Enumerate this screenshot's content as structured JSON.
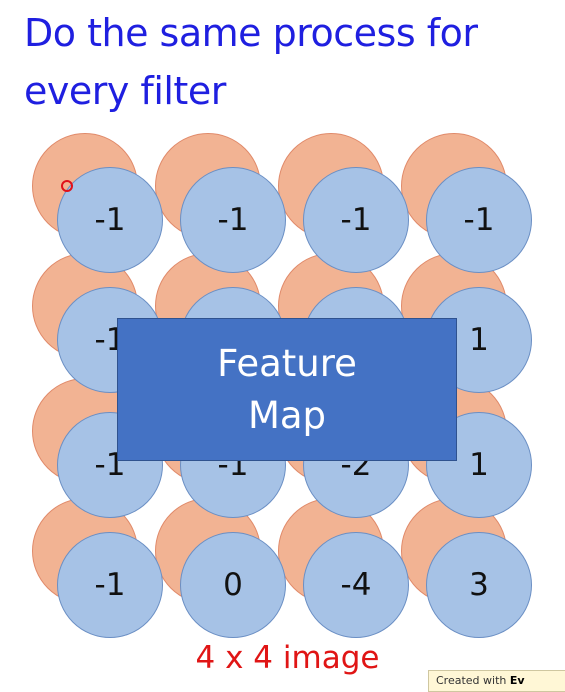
{
  "slide": {
    "title": "Do the same process for every filter",
    "overlay_line1": "Feature",
    "overlay_line2": "Map",
    "caption": "4 x 4 image",
    "watermark_prefix": "Created with ",
    "watermark_brand": "Ev"
  },
  "grid": {
    "rows": [
      [
        "-1",
        "-1",
        "-1",
        "-1"
      ],
      [
        "-1",
        "",
        "",
        "1"
      ],
      [
        "-1",
        "-1",
        "-2",
        "1"
      ],
      [
        "-1",
        "0",
        "-4",
        "3"
      ]
    ]
  },
  "colors": {
    "title": "#1f1fe0",
    "caption": "#e01515",
    "orange_circle": "#f2b393",
    "blue_circle": "#a6c2e6",
    "overlay": "#4472c4"
  }
}
